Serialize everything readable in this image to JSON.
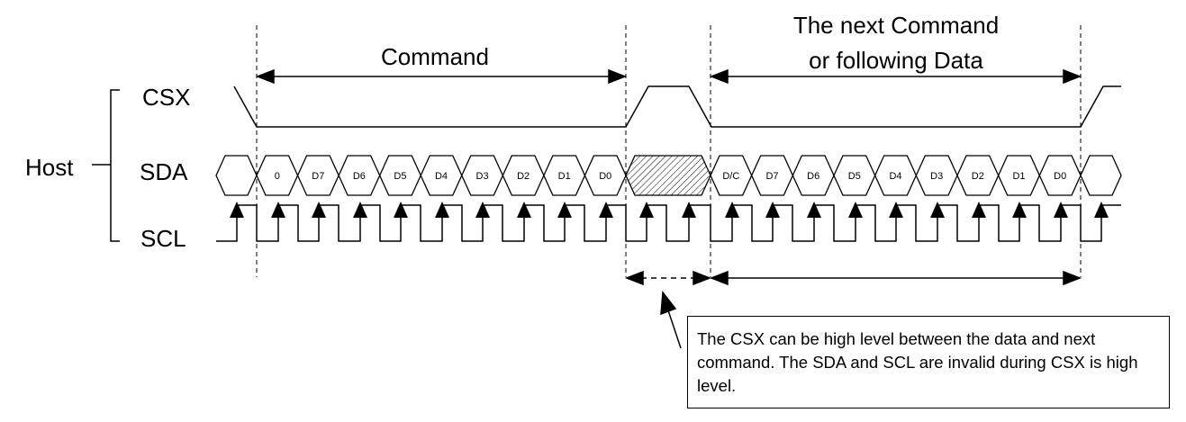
{
  "labels": {
    "host": "Host",
    "csx": "CSX",
    "sda": "SDA",
    "scl": "SCL",
    "command": "Command",
    "next_line1": "The next Command",
    "next_line2": "or following Data"
  },
  "command_bits": [
    "0",
    "D7",
    "D6",
    "D5",
    "D4",
    "D3",
    "D2",
    "D1",
    "D0"
  ],
  "next_bits": [
    "D/C",
    "D7",
    "D6",
    "D5",
    "D4",
    "D3",
    "D2",
    "D1",
    "D0"
  ],
  "note": {
    "text": "The CSX can be high level between the data and next command. The SDA and SCL are invalid during CSX is high level."
  }
}
